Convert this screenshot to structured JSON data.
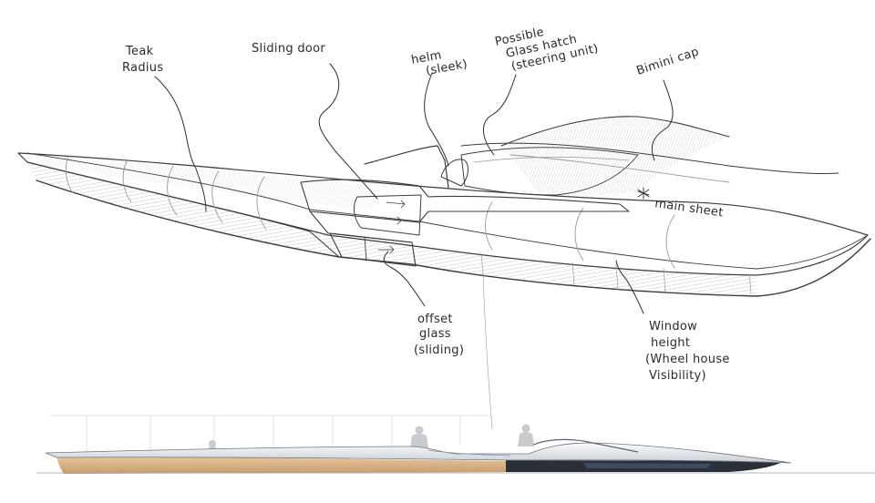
{
  "annotations": {
    "teak_radius": [
      "Teak",
      "Radius"
    ],
    "sliding_door": [
      "Sliding door"
    ],
    "helm": [
      "helm",
      "(sleek)"
    ],
    "glass_hatch": [
      "Possible",
      "Glass hatch",
      "(steering unit)"
    ],
    "bimini": [
      "Bimini cap"
    ],
    "main_sheet": [
      "main sheet"
    ],
    "offset_glass": [
      "offset",
      "glass",
      "(sliding)"
    ],
    "window_height": [
      "Window",
      "height",
      "(Wheel house",
      "Visibility)"
    ]
  },
  "colors": {
    "pencil": "#3c3c3c",
    "teak": "#d9b48a",
    "hull_dark": "#2a2f38",
    "hull_glass": "#3d4c5e",
    "deck_white": "#f2f4f6"
  }
}
